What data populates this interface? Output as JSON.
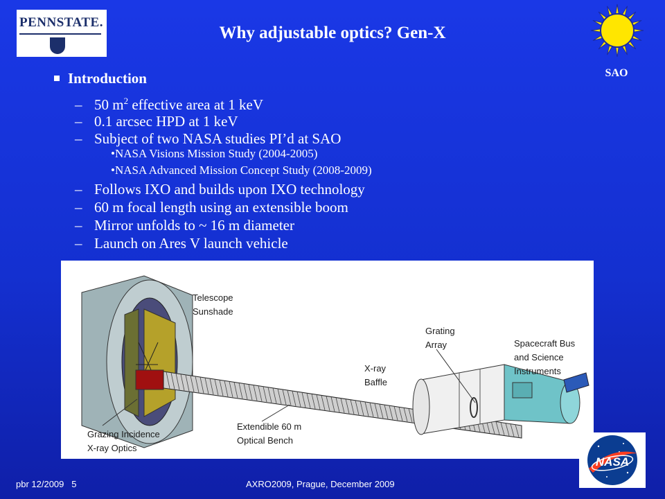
{
  "header": {
    "title": "Why adjustable optics?  Gen-X",
    "left_logo_text": "PENNSTATE.",
    "right_logo_label": "SAO"
  },
  "content": {
    "section_heading": "Introduction",
    "items": [
      {
        "prefix": "50 m",
        "sup": "2",
        "suffix": " effective area at 1 keV"
      },
      {
        "text": "0.1 arcsec HPD at 1 keV"
      },
      {
        "text": "Subject of two NASA studies PI’d at SAO"
      },
      {
        "text": "Follows IXO and builds upon IXO technology"
      },
      {
        "text": "60 m focal length using an extensible boom"
      },
      {
        "text": "Mirror unfolds to ~ 16 m diameter"
      },
      {
        "text": "Launch on Ares V launch vehicle"
      }
    ],
    "subitems": [
      "NASA Visions Mission Study (2004-2005)",
      "NASA Advanced Mission Concept Study (2008-2009)"
    ]
  },
  "figure": {
    "labels": {
      "telescope_sunshade": [
        "Telescope",
        "Sunshade"
      ],
      "grating_array": [
        "Grating",
        "Array"
      ],
      "xray_baffle": [
        "X-ray",
        "Baffle"
      ],
      "spacecraft_bus": [
        "Spacecraft Bus",
        "and Science",
        "Instruments"
      ],
      "grazing_optics": [
        "Grazing Incidence",
        "X-ray Optics"
      ],
      "optical_bench": [
        "Extendible 60 m",
        "Optical Bench"
      ]
    }
  },
  "footer": {
    "left": "pbr 12/2009   5",
    "center": "AXRO2009, Prague, December 2009"
  },
  "colors": {
    "background": "#1a38e6",
    "text": "#ffffff",
    "psu_navy": "#1c2f6b",
    "nasa_blue": "#0b3d91",
    "nasa_red": "#fc3d21",
    "sao_yellow": "#ffe600",
    "spacecraft_teal": "#6fc3c8"
  }
}
